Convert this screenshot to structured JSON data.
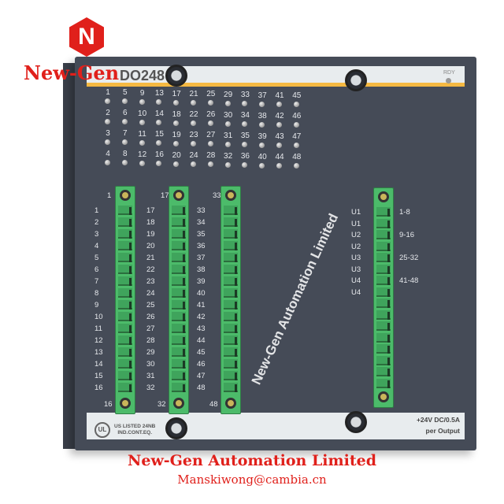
{
  "watermark": {
    "brand": "New-Gen",
    "diagonal": "New-Gen Automation Limited",
    "footer_company": "New-Gen Automation Limited",
    "footer_email": "Manskiwong@cambia.cn",
    "colors": {
      "red": "#e0201b"
    }
  },
  "module": {
    "model": "DO248",
    "rdy_label": "RDY",
    "led_labels": [
      [
        "1",
        "5",
        "9",
        "13",
        "17",
        "21",
        "25",
        "29",
        "33",
        "37",
        "41",
        "45"
      ],
      [
        "2",
        "6",
        "10",
        "14",
        "18",
        "22",
        "26",
        "30",
        "34",
        "38",
        "42",
        "46"
      ],
      [
        "3",
        "7",
        "11",
        "15",
        "19",
        "23",
        "27",
        "31",
        "35",
        "39",
        "43",
        "47"
      ],
      [
        "4",
        "8",
        "12",
        "16",
        "20",
        "24",
        "28",
        "32",
        "36",
        "40",
        "44",
        "48"
      ]
    ],
    "connectors": [
      {
        "top": "1",
        "bottom": "16",
        "labels": [
          "1",
          "2",
          "3",
          "4",
          "5",
          "6",
          "7",
          "8",
          "9",
          "10",
          "11",
          "12",
          "13",
          "14",
          "15",
          "16"
        ]
      },
      {
        "top": "17",
        "bottom": "32",
        "labels": [
          "17",
          "18",
          "19",
          "20",
          "21",
          "22",
          "23",
          "24",
          "25",
          "26",
          "27",
          "28",
          "29",
          "30",
          "31",
          "32"
        ]
      },
      {
        "top": "33",
        "bottom": "48",
        "labels": [
          "33",
          "34",
          "35",
          "36",
          "37",
          "38",
          "39",
          "40",
          "41",
          "42",
          "43",
          "44",
          "45",
          "46",
          "47",
          "48"
        ]
      }
    ],
    "supply_labels": [
      "U1",
      "U1",
      "U2",
      "U2",
      "U3",
      "U3",
      "U4",
      "U4"
    ],
    "supply_ranges": [
      "1-8",
      "9-16",
      "25-32",
      "41-48"
    ],
    "ul_mark": "UL",
    "ul_text_1": "US LISTED 24NB",
    "ul_text_2": "IND.CONT.EQ.",
    "rating_1": "+24V DC/0.5A",
    "rating_2": "per Output"
  }
}
